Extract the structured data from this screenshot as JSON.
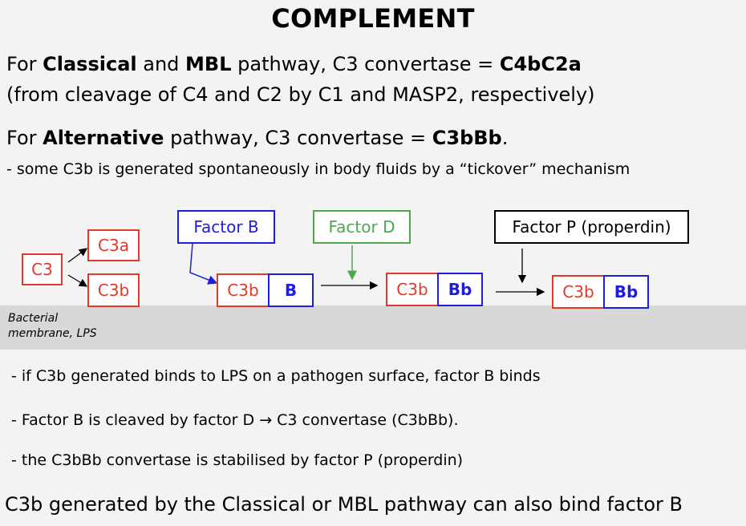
{
  "title": "COMPLEMENT",
  "intro": {
    "classical": {
      "prefix": "For ",
      "classical": "Classical",
      "and": " and ",
      "mbl": "MBL",
      "mid": " pathway, C3 convertase = ",
      "convertase": "C4bC2a",
      "detail": "(from cleavage of C4 and C2 by C1 and MASP2, respectively)"
    },
    "alternative": {
      "prefix": "For ",
      "alternative": "Alternative",
      "mid": " pathway, C3 convertase = ",
      "convertase": "C3bBb",
      "end": ".",
      "detail": "- some C3b is generated spontaneously in body fluids by a “tickover” mechanism"
    }
  },
  "diagram": {
    "c3": "C3",
    "c3a": "C3a",
    "c3b": "C3b",
    "factor_b": "Factor B",
    "factor_d": "Factor D",
    "factor_p": "Factor P (properdin)",
    "complex1": {
      "c3b": "C3b",
      "b": "B"
    },
    "complex2": {
      "c3b": "C3b",
      "bb": "Bb"
    },
    "complex3": {
      "c3b": "C3b",
      "bb": "Bb"
    },
    "membrane_label_1": "Bacterial",
    "membrane_label_2": "membrane, LPS",
    "colors": {
      "red": "#e23a2a",
      "blue": "#1e1ee0",
      "green": "#4ea84e",
      "membrane": "#d8d8d8"
    }
  },
  "points": [
    "- if C3b generated binds to LPS on a pathogen surface, factor B binds",
    "- Factor B is cleaved by factor D → C3 convertase (C3bBb).",
    "- the C3bBb convertase is stabilised by factor P (properdin)"
  ],
  "footer": "C3b generated by the Classical or MBL pathway can also bind factor B"
}
